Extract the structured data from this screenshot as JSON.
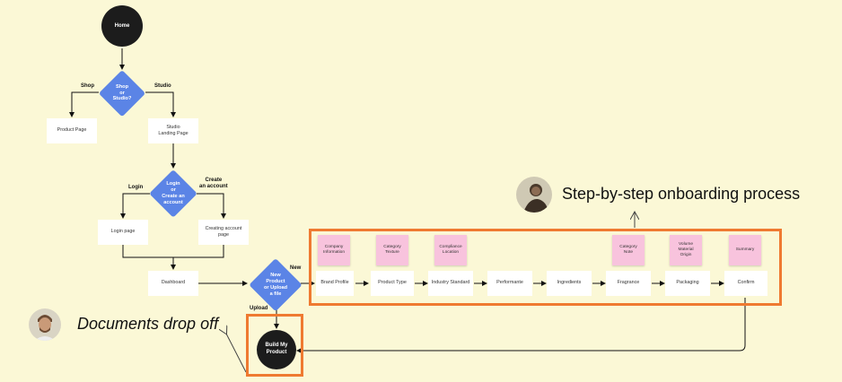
{
  "nodes": {
    "home": "Home",
    "shop_or_studio": "Shop\nor\nStudio?",
    "product_page": "Product Page",
    "studio_landing": "Studio\nLanding Page",
    "login_or_create": "Login\nor\nCreate an\naccount",
    "login_page": "Login page",
    "creating_account": "Creating account\npage",
    "dashboard": "Dashboard",
    "new_or_upload": "New\nProduct\nor Upload\na file",
    "build_my_product": "Build My\nProduct"
  },
  "edge_labels": {
    "shop": "Shop",
    "studio": "Studio",
    "login": "Login",
    "create_account": "Create\nan account",
    "new": "New",
    "upload": "Upload"
  },
  "steps": [
    "Brand Profile",
    "Product Type",
    "Industry Standard",
    "Performante",
    "Ingredients",
    "Fragrance",
    "Packaging",
    "Confirm"
  ],
  "stickies": [
    "Company\nInformation",
    "Category\nTexture",
    "Compliance\nLocation",
    "Category\nNote",
    "Volume\nMaterial\nOrigin",
    "Summary"
  ],
  "annotations": {
    "onboarding": "Step-by-step onboarding process",
    "documents": "Documents drop off"
  },
  "colors": {
    "background": "#fbf8d6",
    "decision": "#5b84e6",
    "terminal": "#1c1c1c",
    "highlight": "#ef7a31",
    "sticky": "#f8c3dd"
  }
}
